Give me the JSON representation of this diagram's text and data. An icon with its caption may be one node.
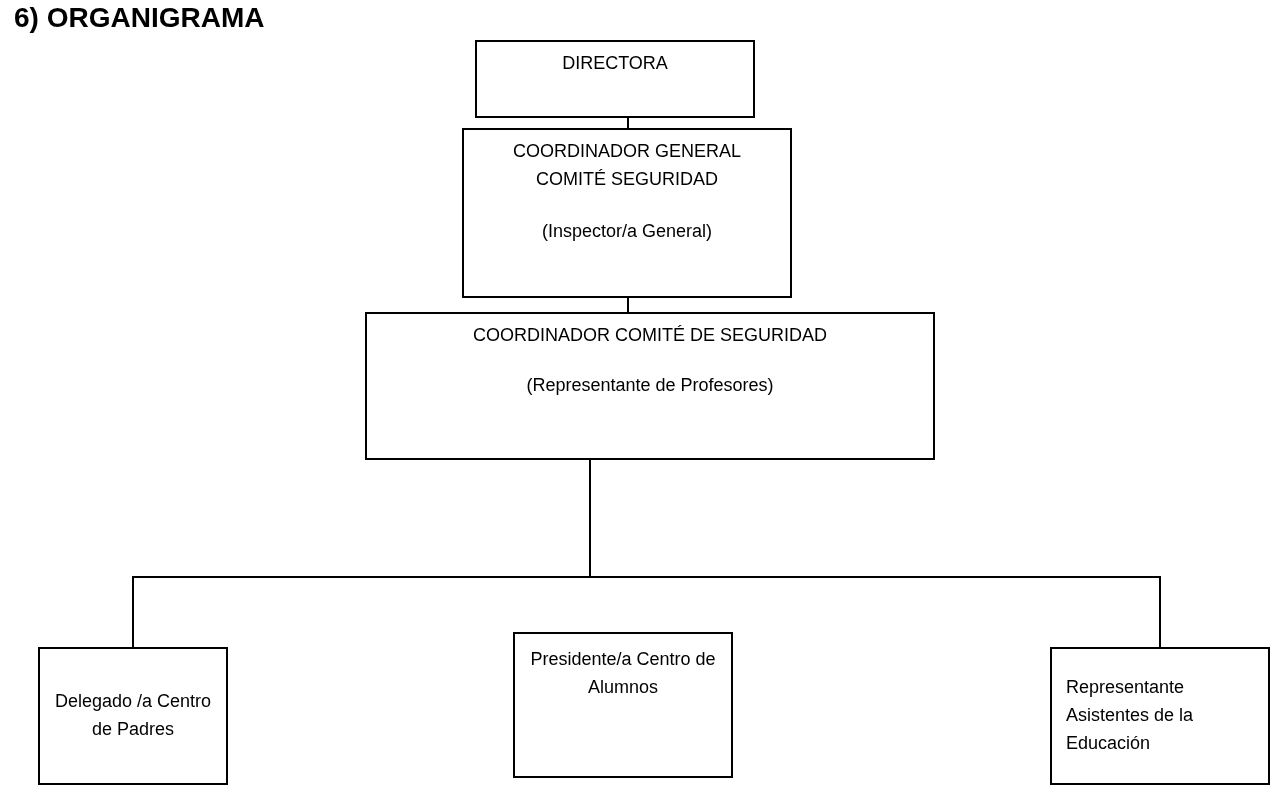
{
  "diagram": {
    "title": "6) ORGANIGRAMA",
    "nodes": [
      {
        "text": [
          "DIRECTORA"
        ]
      },
      {
        "text": [
          "COORDINADOR GENERAL COMITÉ SEGURIDAD",
          "(Inspector/a General)"
        ]
      },
      {
        "text": [
          "COORDINADOR COMITÉ DE SEGURIDAD",
          "(Representante de Profesores)"
        ]
      },
      {
        "text": [
          "Delegado /a Centro de Padres"
        ]
      },
      {
        "text": [
          "Presidente/a Centro de Alumnos"
        ]
      },
      {
        "text": [
          "Representante Asistentes de la Educación"
        ]
      }
    ],
    "edges": [
      {
        "from": 0,
        "to": 1,
        "arrow": "none"
      },
      {
        "from": 1,
        "to": 2,
        "arrow": "none"
      },
      {
        "from": 2,
        "to": 3,
        "arrow": "none"
      },
      {
        "from": 2,
        "to": 5,
        "arrow": "none"
      }
    ]
  }
}
